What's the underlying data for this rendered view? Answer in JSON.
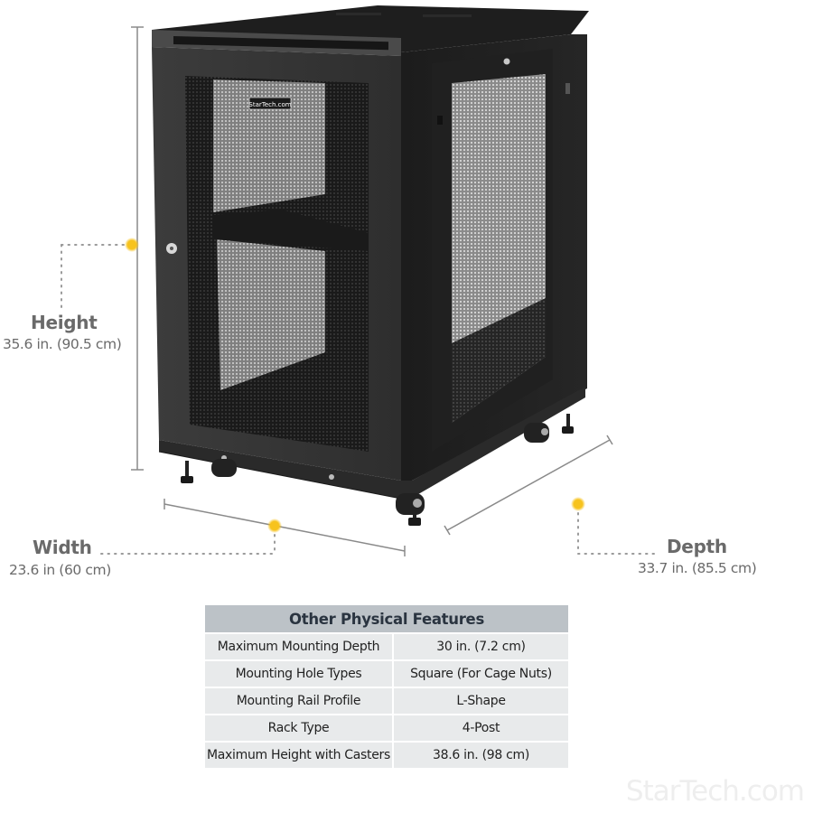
{
  "dimensions": {
    "height": {
      "title": "Height",
      "value": "35.6 in. (90.5 cm)"
    },
    "width": {
      "title": "Width",
      "value": "23.6 in (60 cm)"
    },
    "depth": {
      "title": "Depth",
      "value": "33.7 in. (85.5 cm)"
    }
  },
  "product": {
    "brand_badge": "StarTech.com",
    "type": "server-rack-cabinet"
  },
  "table": {
    "title": "Other Physical Features",
    "rows": [
      {
        "label": "Maximum Mounting Depth",
        "value": "30 in. (7.2 cm)"
      },
      {
        "label": "Mounting Hole Types",
        "value": "Square (For Cage Nuts)"
      },
      {
        "label": "Mounting Rail Profile",
        "value": "L-Shape"
      },
      {
        "label": "Rack Type",
        "value": "4-Post"
      },
      {
        "label": "Maximum Height with Casters",
        "value": "38.6 in. (98 cm)"
      }
    ]
  },
  "watermark": "StarTech.com",
  "colors": {
    "marker": "#f7c31e",
    "dim_line": "#8a8a8a",
    "dim_text": "#6a6a6a",
    "table_header": "#bcc2c7",
    "table_cell": "#e8eaeb",
    "cabinet_body": "#2b2b2b"
  }
}
